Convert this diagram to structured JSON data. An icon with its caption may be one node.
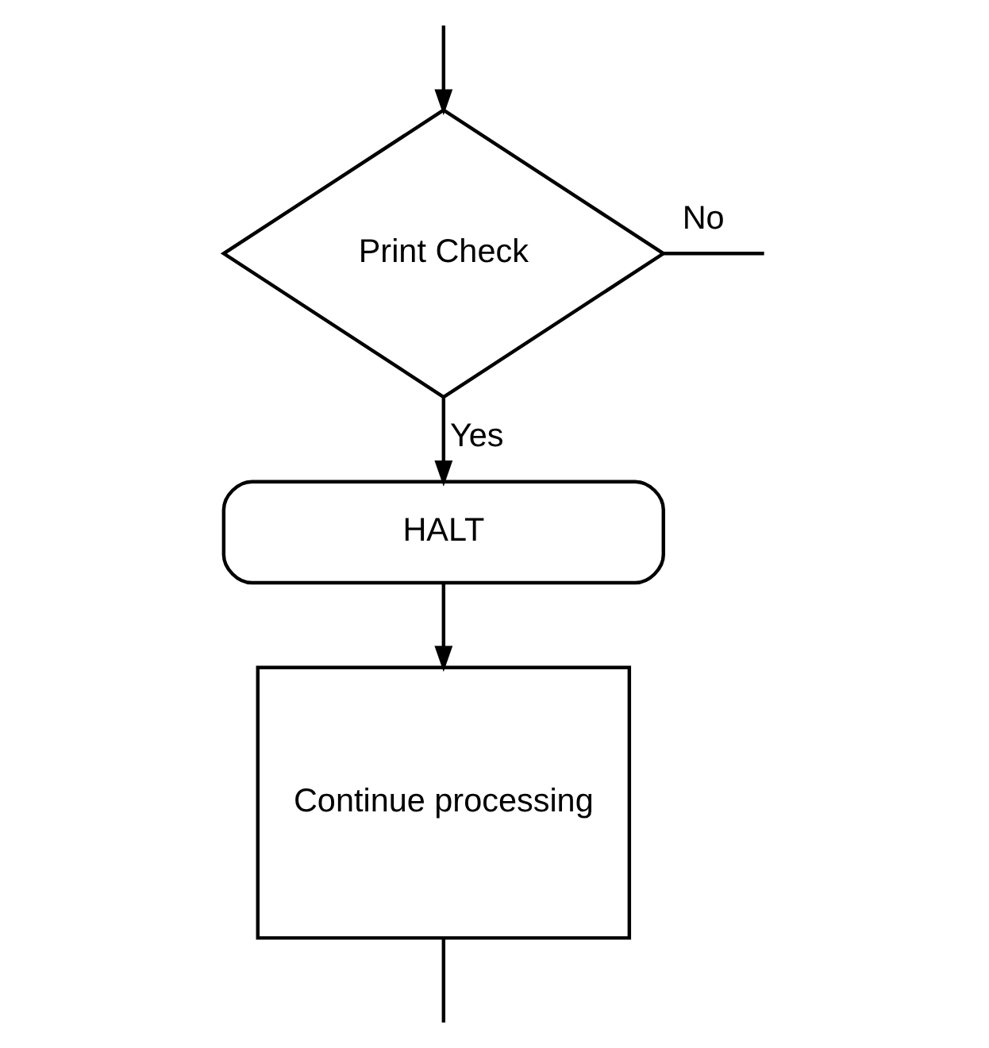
{
  "diagram": {
    "nodes": [
      {
        "text": [
          "Print Check"
        ]
      },
      {
        "text": [
          "HALT"
        ]
      },
      {
        "text": [
          "Continue processing"
        ]
      }
    ],
    "edges": [
      {
        "from": 0,
        "to": null,
        "arrow": "none",
        "label": "No"
      },
      {
        "from": null,
        "to": 0,
        "arrow": "to"
      },
      {
        "from": 0,
        "to": 1,
        "arrow": "to",
        "label": "Yes"
      },
      {
        "from": 1,
        "to": 2,
        "arrow": "to"
      },
      {
        "from": 2,
        "to": null,
        "arrow": "none"
      }
    ]
  }
}
